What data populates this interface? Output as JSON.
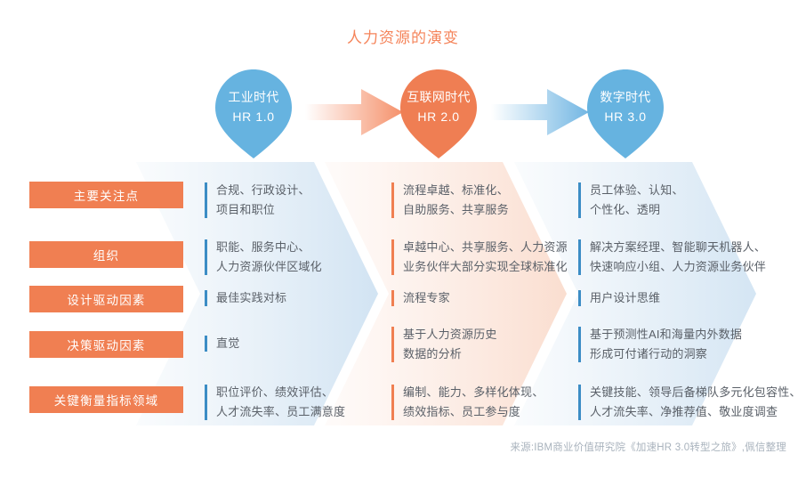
{
  "title": "人力资源的演变",
  "colors": {
    "accent_orange": "#F07F52",
    "accent_blue": "#66B3E0",
    "bar_blue": "#3C8DC5",
    "title_orange": "#F5845A",
    "body_text": "#5a6068",
    "footer_text": "#a9b3bd",
    "chevron_blue": "#DCE9F4",
    "chevron_orange": "#FBE4DA"
  },
  "stages": [
    {
      "name": "工业时代",
      "version": "HR 1.0",
      "color": "#66B3E0",
      "theme": "blue"
    },
    {
      "name": "互联网时代",
      "version": "HR 2.0",
      "color": "#EF7E53",
      "theme": "orange"
    },
    {
      "name": "数字时代",
      "version": "HR 3.0",
      "color": "#66B3E0",
      "theme": "blue"
    }
  ],
  "connectors": [
    {
      "from": "工业时代",
      "to": "互联网时代",
      "color": "#F5906A"
    },
    {
      "from": "互联网时代",
      "to": "数字时代",
      "color": "#72B6E3"
    }
  ],
  "row_labels": [
    "主要关注点",
    "组织",
    "设计驱动因素",
    "决策驱动因素",
    "关键衡量指标领域"
  ],
  "matrix": {
    "columns": [
      "HR 1.0",
      "HR 2.0",
      "HR 3.0"
    ],
    "rows": [
      {
        "label": "主要关注点",
        "cells": [
          {
            "lines": [
              "合规、行政设计、",
              "项目和职位"
            ],
            "accent": "blue"
          },
          {
            "lines": [
              "流程卓越、标准化、",
              "自助服务、共享服务"
            ],
            "accent": "orange"
          },
          {
            "lines": [
              "员工体验、认知、",
              "个性化、透明"
            ],
            "accent": "blue"
          }
        ]
      },
      {
        "label": "组织",
        "cells": [
          {
            "lines": [
              "职能、服务中心、",
              "人力资源伙伴区域化"
            ],
            "accent": "blue"
          },
          {
            "lines": [
              "卓越中心、共享服务、人力资源",
              "业务伙伴大部分实现全球标准化"
            ],
            "accent": "orange"
          },
          {
            "lines": [
              "解决方案经理、智能聊天机器人、",
              "快速响应小组、人力资源业务伙伴"
            ],
            "accent": "blue"
          }
        ]
      },
      {
        "label": "设计驱动因素",
        "cells": [
          {
            "lines": [
              "最佳实践对标"
            ],
            "accent": "blue"
          },
          {
            "lines": [
              "流程专家"
            ],
            "accent": "orange"
          },
          {
            "lines": [
              "用户设计思维"
            ],
            "accent": "blue"
          }
        ]
      },
      {
        "label": "决策驱动因素",
        "cells": [
          {
            "lines": [
              "直觉"
            ],
            "accent": "blue"
          },
          {
            "lines": [
              "基于人力资源历史",
              "数据的分析"
            ],
            "accent": "orange"
          },
          {
            "lines": [
              "基于预测性AI和海量内外数据",
              "形成可付诸行动的洞察"
            ],
            "accent": "blue"
          }
        ]
      },
      {
        "label": "关键衡量指标领域",
        "cells": [
          {
            "lines": [
              "职位评价、绩效评估、",
              "人才流失率、员工满意度"
            ],
            "accent": "blue"
          },
          {
            "lines": [
              "编制、能力、多样化体现、",
              "绩效指标、员工参与度"
            ],
            "accent": "orange"
          },
          {
            "lines": [
              "关键技能、领导后备梯队多元化包容性、",
              "人才流失率、净推荐值、敬业度调查"
            ],
            "accent": "blue"
          }
        ]
      }
    ]
  },
  "footer": "来源:IBM商业价值研究院《加速HR 3.0转型之旅》,佩信整理"
}
